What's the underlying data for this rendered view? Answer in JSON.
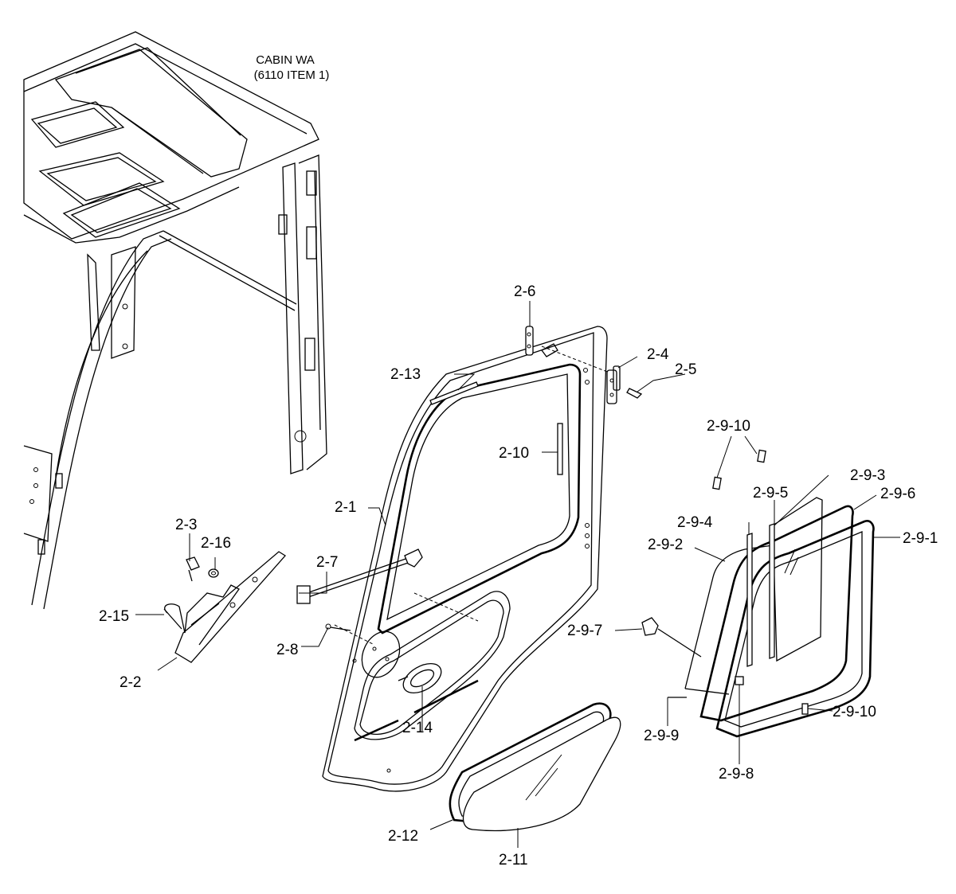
{
  "title_lines": [
    "CABIN WA",
    "(6110 ITEM 1)"
  ],
  "labels": [
    "2-1",
    "2-2",
    "2-3",
    "2-4",
    "2-5",
    "2-6",
    "2-7",
    "2-8",
    "2-9-1",
    "2-9-2",
    "2-9-3",
    "2-9-4",
    "2-9-5",
    "2-9-6",
    "2-9-7",
    "2-9-8",
    "2-9-9",
    "2-9-10",
    "2-9-10",
    "2-10",
    "2-11",
    "2-12",
    "2-13",
    "2-14",
    "2-15",
    "2-16"
  ]
}
